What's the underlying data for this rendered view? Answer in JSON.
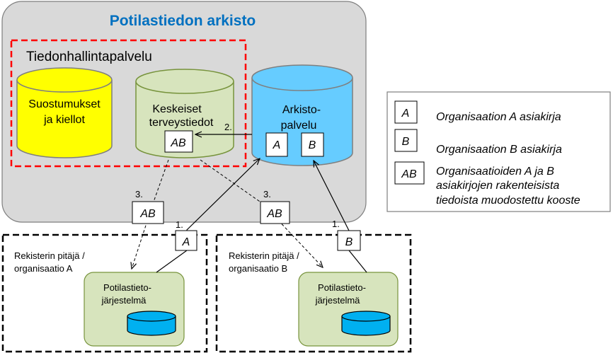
{
  "archive": {
    "title": "Potilastiedon arkisto",
    "title_color": "#0070C0",
    "background": "#D9D9D9"
  },
  "info_service": {
    "title": "Tiedonhallintapalvelu",
    "border_color": "#FF0000"
  },
  "cylinders": {
    "consents": {
      "line1": "Suostumukset",
      "line2": "ja kiellot",
      "color": "#FFFF00"
    },
    "health": {
      "line1": "Keskeiset",
      "line2": "terveystiedot",
      "color": "#D7E4BD",
      "doc": "AB"
    },
    "archive_service": {
      "line1": "Arkisto-",
      "line2": "palvelu",
      "color": "#66CCFF",
      "doc_a": "A",
      "doc_b": "B"
    }
  },
  "arrows": {
    "step2": "2.",
    "step1_left": "1.",
    "step1_right": "1.",
    "step3_left": "3.",
    "step3_right": "3.",
    "doc_ab_left": "AB",
    "doc_ab_right": "AB",
    "doc_a": "A",
    "doc_b": "B"
  },
  "org_a": {
    "label_line1": "Rekisterin pitäjä /",
    "label_line2": "organisaatio A",
    "system_line1": "Potilastieto-",
    "system_line2": "järjestelmä"
  },
  "org_b": {
    "label_line1": "Rekisterin pitäjä /",
    "label_line2": "organisaatio B",
    "system_line1": "Potilastieto-",
    "system_line2": "järjestelmä"
  },
  "legend": {
    "items": [
      {
        "key": "A",
        "lines": [
          "Organisaation A asiakirja"
        ]
      },
      {
        "key": "B",
        "lines": [
          "Organisaation B asiakirja"
        ]
      },
      {
        "key": "AB",
        "lines": [
          "Organisaatioiden A ja B",
          "asiakirjojen rakenteisista",
          "tiedoista muodostettu kooste"
        ]
      }
    ]
  }
}
